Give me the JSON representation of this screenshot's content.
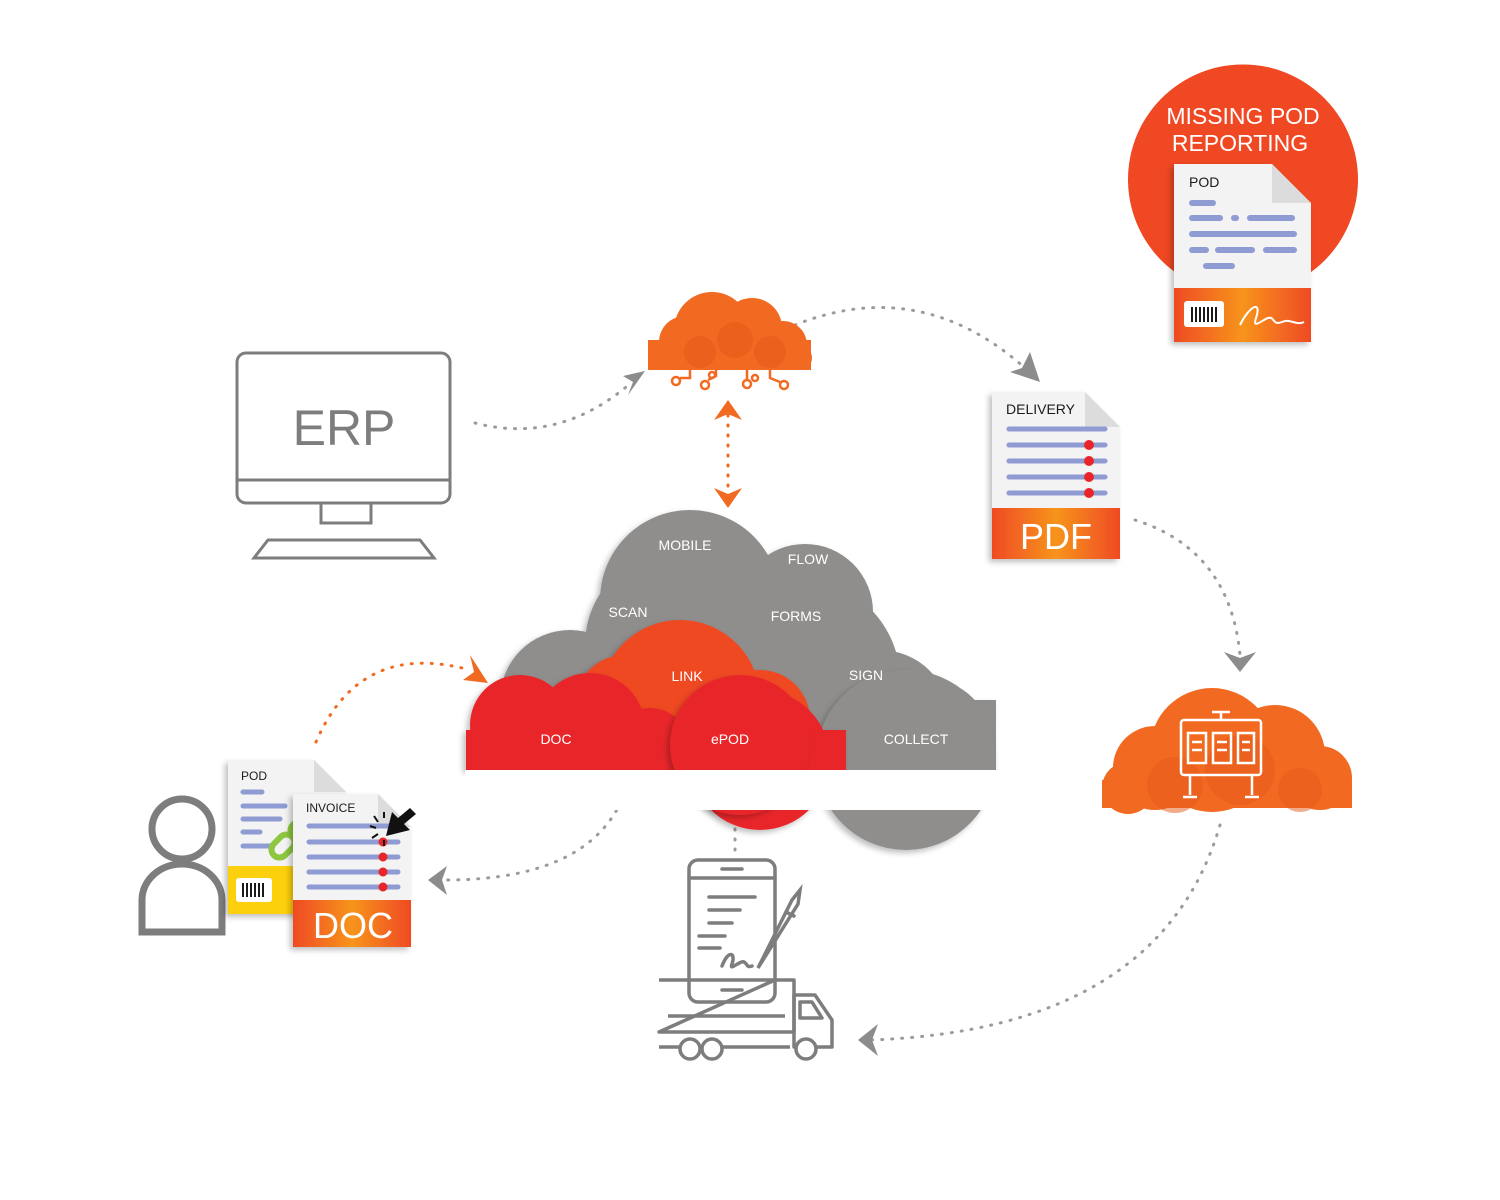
{
  "erp": {
    "label": "ERP"
  },
  "central_cloud": {
    "labels": {
      "mobile": "MOBILE",
      "flow": "FLOW",
      "scan": "SCAN",
      "forms": "FORMS",
      "link": "LINK",
      "sign": "SIGN",
      "doc": "DOC",
      "epod": "ePOD",
      "collect": "COLLECT"
    }
  },
  "missing_pod": {
    "title_line1": "MISSING POD",
    "title_line2": "REPORTING",
    "doc_title": "POD"
  },
  "delivery_doc": {
    "title": "DELIVERY",
    "format": "PDF"
  },
  "user_docs": {
    "pod_title": "POD",
    "invoice_title": "INVOICE",
    "format": "DOC"
  },
  "colors": {
    "orange": "#f26a21",
    "red_orange": "#ef4823",
    "red": "#e8262a",
    "grey": "#8f8e8c",
    "outline_grey": "#7d7d7d",
    "doc_lines": "#8f9bd3",
    "yellow": "#fdd00b",
    "link_green": "#8dc63f"
  },
  "icons": [
    "desktop-monitor-icon",
    "circuit-cloud-icon",
    "dashboard-cloud-icon",
    "user-icon",
    "chain-link-icon",
    "cursor-icon",
    "mobile-signature-icon",
    "delivery-truck-icon",
    "barcode-icon",
    "signature-icon"
  ]
}
